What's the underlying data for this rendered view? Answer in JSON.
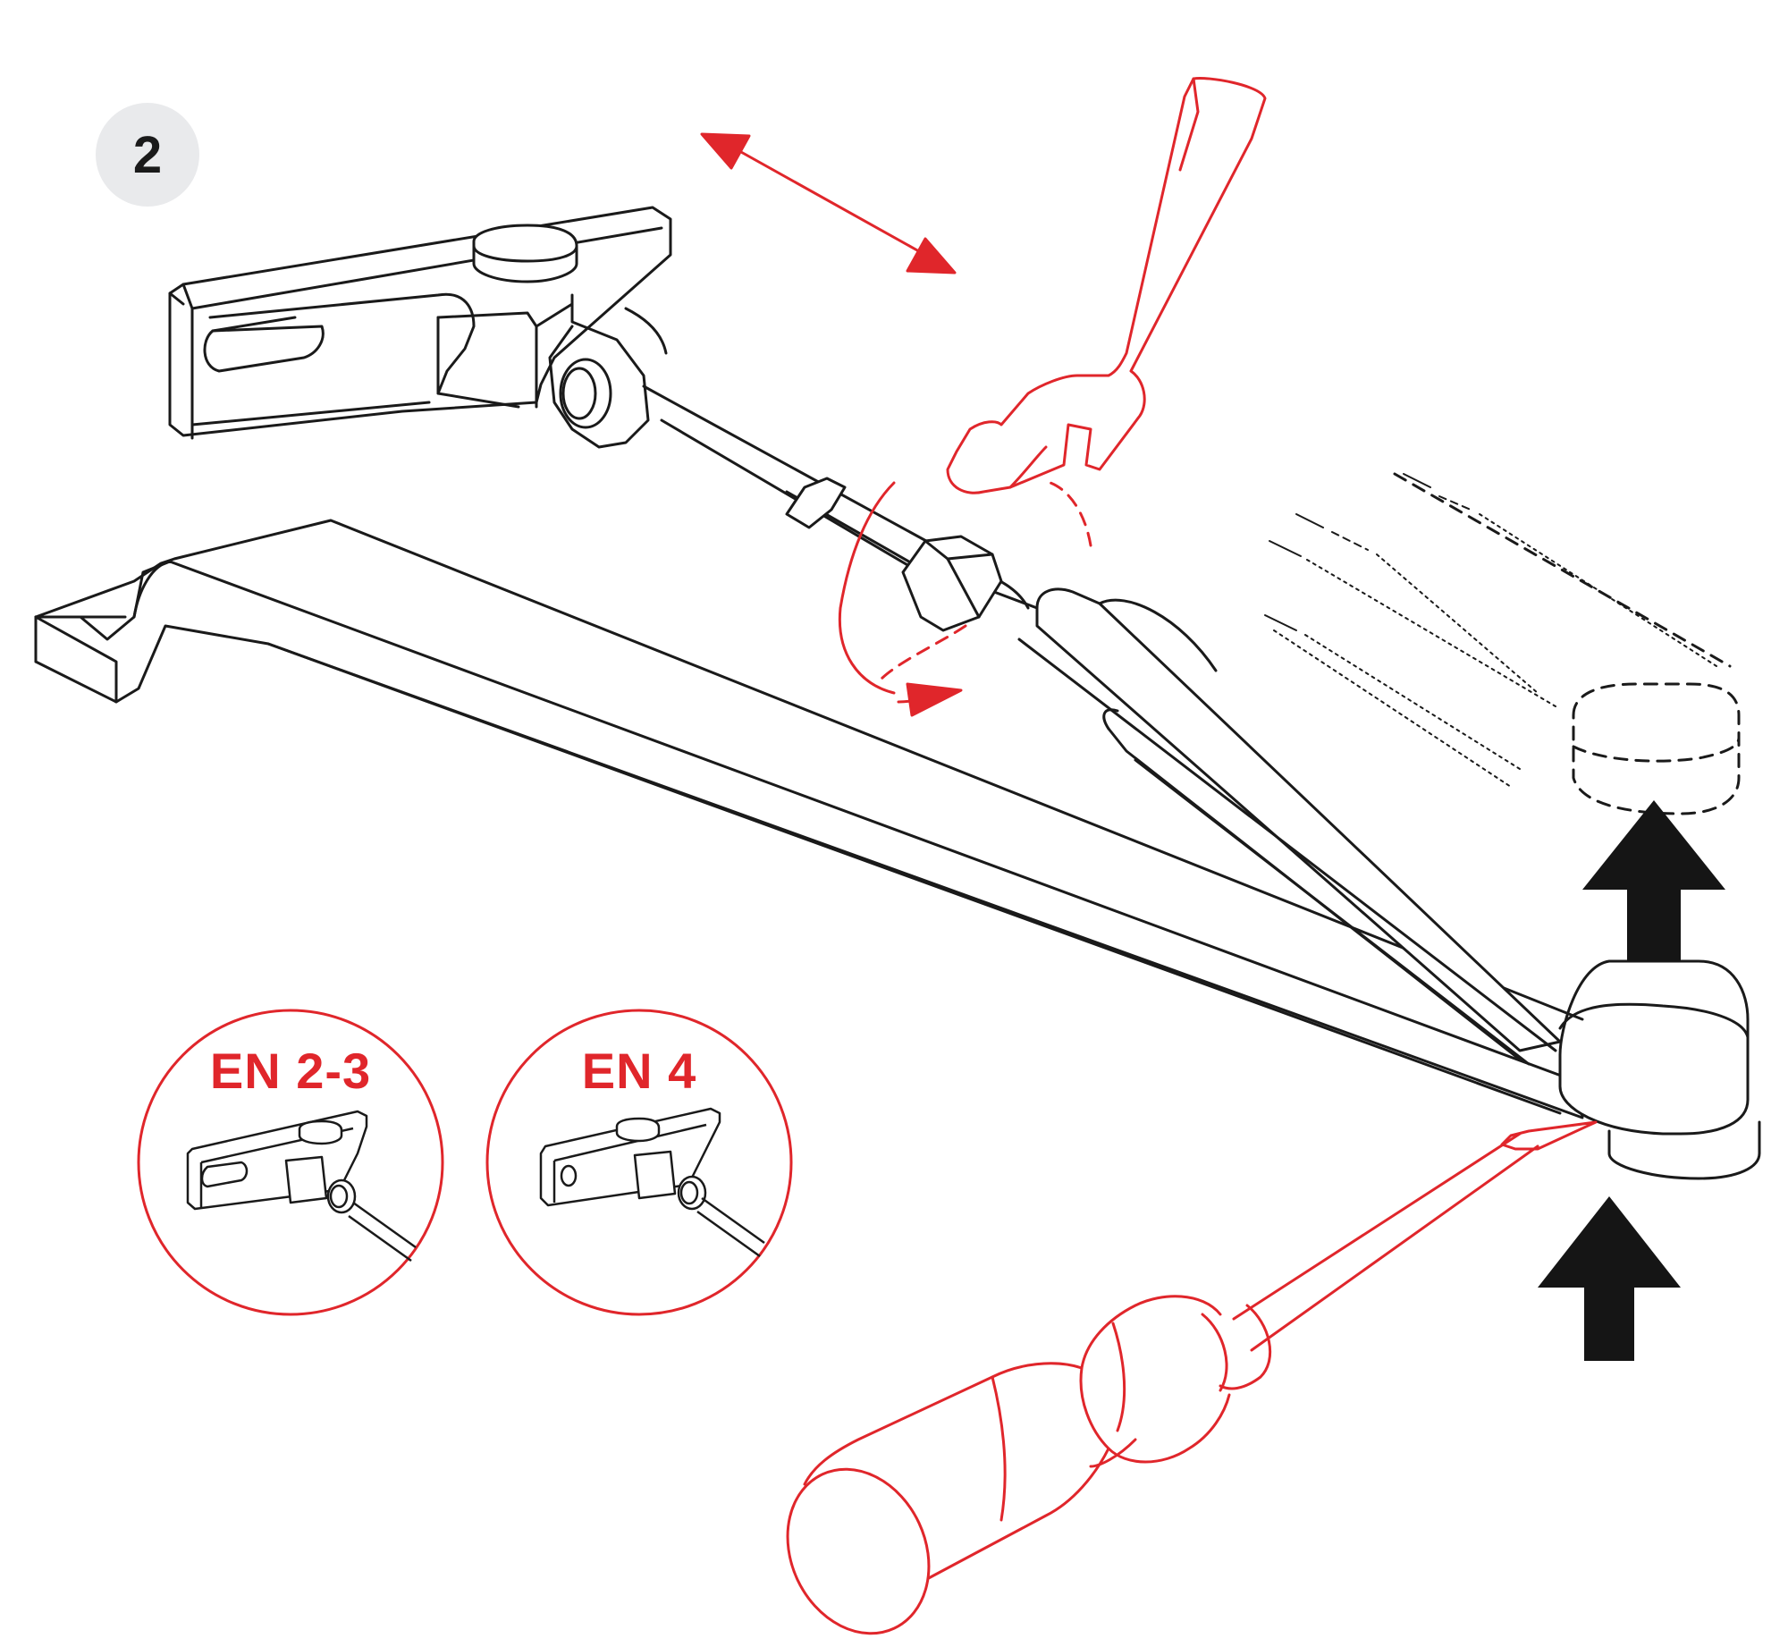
{
  "step": {
    "number": "2"
  },
  "variants": [
    {
      "label": "EN 2-3",
      "bracket_slot": "elongated"
    },
    {
      "label": "EN 4",
      "bracket_slot": "round-hole"
    }
  ],
  "colors": {
    "line": "#1a1a1a",
    "accent": "#e0262b",
    "badge_bg": "#e9eaec",
    "arrow_fill": "#151515"
  },
  "icons": [
    "double-headed-arrow-icon",
    "rotation-arrow-icon",
    "wrench-icon",
    "screwdriver-icon",
    "arrow-up-icon"
  ]
}
